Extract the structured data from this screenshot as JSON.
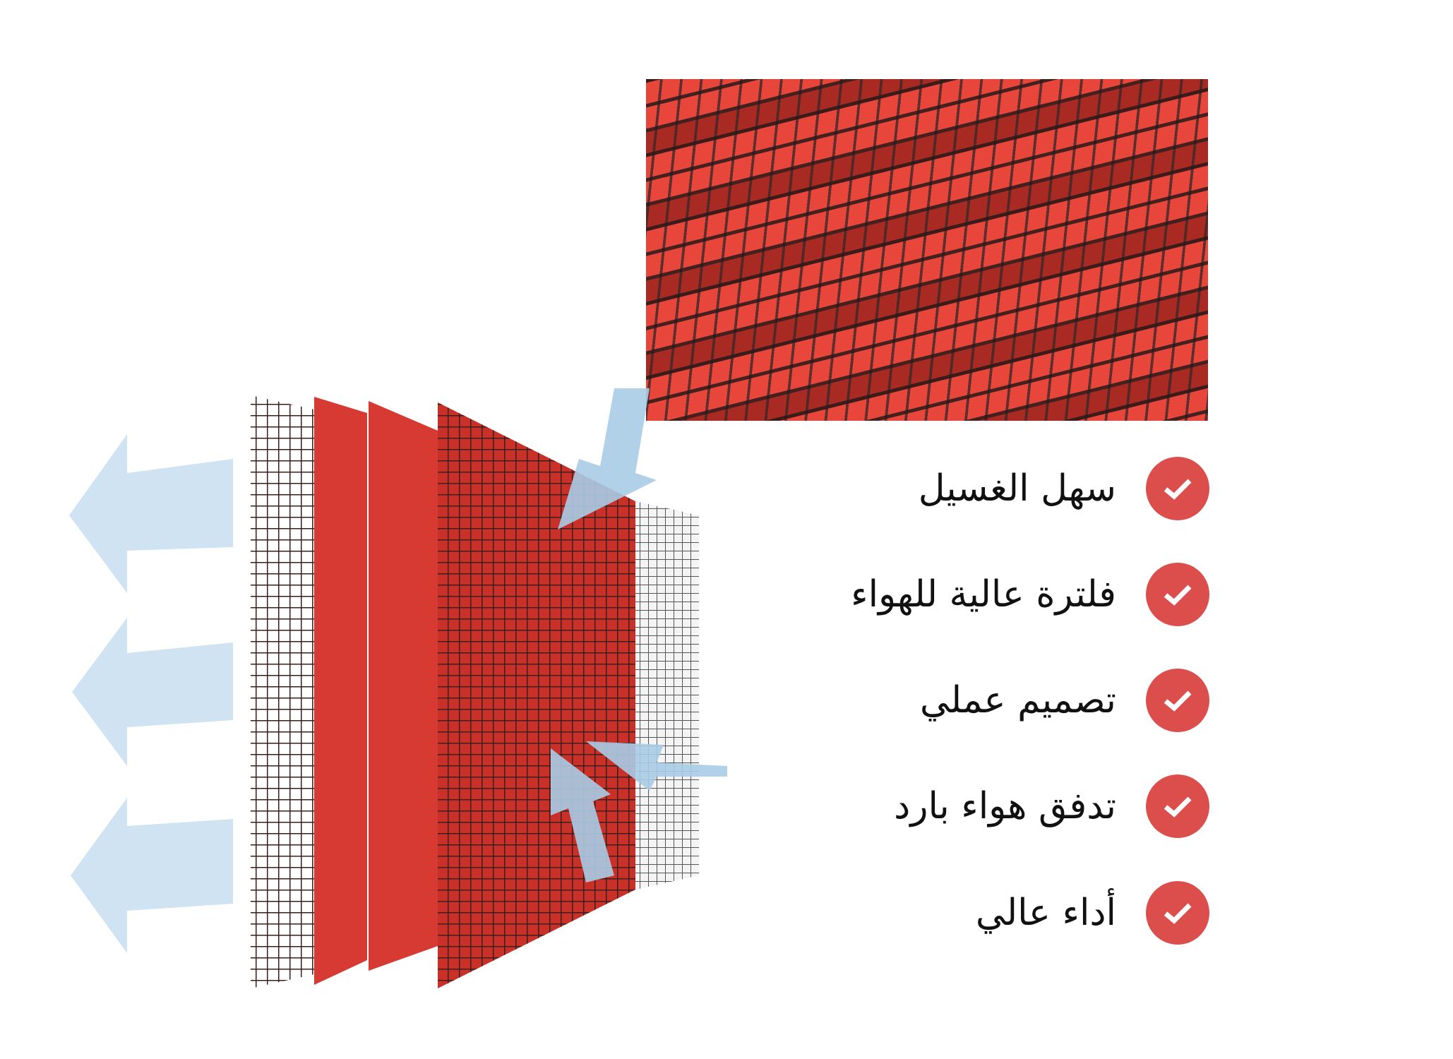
{
  "features": [
    {
      "label": "سهل الغسيل"
    },
    {
      "label": "فلترة عالية للهواء"
    },
    {
      "label": "تصميم عملي"
    },
    {
      "label": "تدفق هواء بارد"
    },
    {
      "label": "أداء عالي"
    }
  ],
  "colors": {
    "accent": "#dc4e4b",
    "air": "#cfe3f2",
    "filter_red": "#d63a32"
  }
}
